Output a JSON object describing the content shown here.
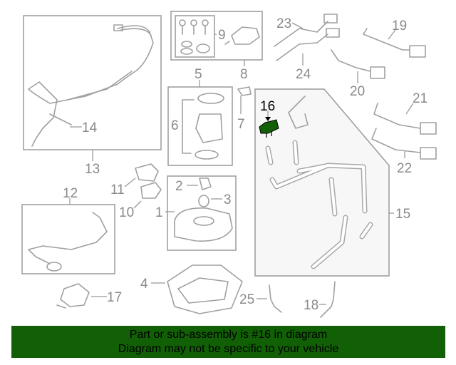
{
  "diagram": {
    "highlight_color": "#116005",
    "highlighted_part": "16",
    "callouts": [
      "1",
      "2",
      "3",
      "4",
      "5",
      "6",
      "7",
      "8",
      "9",
      "10",
      "11",
      "12",
      "13",
      "14",
      "15",
      "16",
      "17",
      "18",
      "19",
      "20",
      "21",
      "22",
      "23",
      "24",
      "25"
    ]
  },
  "banner": {
    "line1": "Part or sub-assembly is #16 in diagram",
    "line2": "Diagram may not be specific to your vehicle",
    "background": "#116005"
  }
}
